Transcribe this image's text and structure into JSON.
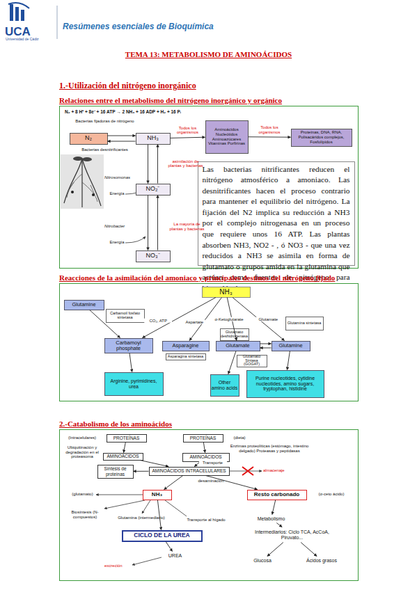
{
  "diagram": {
    "title": "TEMA 13: METABOLISMO DE AMINOÁCIDOS",
    "nodes": [
      {
        "text": [
          "Relaciones entre el metabolismo del nitrógeno inorgánico y orgánico"
        ]
      },
      {
        "text": [
          "N₂"
        ],
        "in": 0
      },
      {
        "text": [
          "NH₃"
        ],
        "in": 0
      },
      {
        "text": [
          "NO₂⁻"
        ],
        "in": 0
      },
      {
        "text": [
          "NO₃⁻"
        ],
        "in": 0
      },
      {
        "text": [
          "Aminoácidos Nucleótidos Aminoazúcares Vitaminas Porfirinas"
        ],
        "in": 0
      },
      {
        "text": [
          "Proteínas, DNA, RNA, Polisacáridos complejos, Fosfolípidos"
        ],
        "in": 0
      },
      {
        "text": [
          "Las bacterias nitrificantes reducen el nitrógeno atmosférico a amoniaco. Las desnitrificantes hacen el proceso contrario para mantener el equilibrio del nitrógeno. La fijación del N2 implica su reducción a NH3 por el complejo nitrogenasa en un proceso que requiere unos 16 ATP. Las plantas absorben NH3, NO2 - , ó NO3 - que una vez reducidos a NH3 se asimila en forma de glutamato o grupos amida en la glutamina que actúan como fuentes de nitrógeno para biomoléculas."
        ],
        "in": 0
      },
      {
        "text": [
          "Reacciones de la asimilación del amoniaco y principales destinos del nitrógeno fijado"
        ]
      },
      {
        "text": [
          "NH₃"
        ],
        "in": 8
      },
      {
        "text": [
          "Glutamine"
        ],
        "in": 8
      },
      {
        "text": [
          "Carbamoil fosfato sintetasa"
        ],
        "in": 8
      },
      {
        "text": [
          "Glutamina sintetasa"
        ],
        "in": 8
      },
      {
        "text": [
          "Carbamoyl phosphate"
        ],
        "in": 8
      },
      {
        "text": [
          "Asparagine"
        ],
        "in": 8
      },
      {
        "text": [
          "Glutamato deshidrogenasa"
        ],
        "in": 8
      },
      {
        "text": [
          "Glutamate"
        ],
        "in": 8
      },
      {
        "text": [
          "Glutamine"
        ],
        "in": 8
      },
      {
        "text": [
          "Asparagina sintetasa"
        ],
        "in": 8
      },
      {
        "text": [
          "Glutamato Sintasa (GOGAT)"
        ],
        "in": 8
      },
      {
        "text": [
          "Arginine, pyrimidines, urea"
        ],
        "in": 8
      },
      {
        "text": [
          "Other amino acids"
        ],
        "in": 8
      },
      {
        "text": [
          "Purine nucleotides, cytidine nucleotides, amino sugars, tryptophan, histidine"
        ],
        "in": 8
      },
      {
        "text": [
          "2.-Catabolismo de los aminoácidos"
        ]
      },
      {
        "text": [
          "PROTEÍNAS"
        ],
        "in": 23
      },
      {
        "text": [
          "PROTEÍNAS"
        ],
        "in": 23
      },
      {
        "text": [
          "AMINOÁCIDOS"
        ],
        "in": 23
      },
      {
        "text": [
          "AMINOÁCIDOS"
        ],
        "in": 23
      },
      {
        "text": [
          "AMINOÁCIDOS INTRACELULARES"
        ],
        "in": 23
      },
      {
        "text": [
          "Síntesis de proteínas"
        ],
        "in": 23
      },
      {
        "text": [
          "NH₃"
        ],
        "in": 23
      },
      {
        "text": [
          "Resto carbonado"
        ],
        "in": 23
      },
      {
        "text": [
          "CICLO DE LA UREA"
        ],
        "in": 23
      },
      {
        "text": [
          "UREA"
        ],
        "in": 23
      },
      {
        "text": [
          "Metabolismo"
        ],
        "in": 23
      },
      {
        "text": [
          "Intermediarios: Ciclo TCA, AcCoA, Piruvato..."
        ],
        "in": 23
      },
      {
        "text": [
          "Glucosa"
        ],
        "in": 23
      },
      {
        "text": [
          "Ácidos grasos"
        ],
        "in": 23
      }
    ],
    "edges": [
      {
        "from": 1,
        "to": 2,
        "arrow": "to"
      },
      {
        "from": 2,
        "to": 1,
        "arrow": "to"
      },
      {
        "from": 2,
        "to": 3,
        "arrow": "to"
      },
      {
        "from": 3,
        "to": 2,
        "arrow": "to",
        "label": "asimilación de plantas y bacterias"
      },
      {
        "from": 3,
        "to": 4,
        "arrow": "to"
      },
      {
        "from": 4,
        "to": 3,
        "arrow": "to",
        "label": "La mayoría de plantas y bacterias"
      },
      {
        "from": 2,
        "to": 5,
        "arrow": "to",
        "label": "Todos los organismos"
      },
      {
        "from": 5,
        "to": 6,
        "arrow": "to",
        "label": "Todos los organismos"
      },
      {
        "from": 10,
        "to": 13,
        "arrow": "to"
      },
      {
        "from": 9,
        "to": 13,
        "arrow": "to",
        "label": "CO₂, ATP"
      },
      {
        "from": 9,
        "to": 14,
        "arrow": "to",
        "label": "Aspartate"
      },
      {
        "from": 9,
        "to": 16,
        "arrow": "to",
        "label": "α-Ketoglutarate"
      },
      {
        "from": 9,
        "to": 17,
        "arrow": "to",
        "label": "Glutamate"
      },
      {
        "from": 16,
        "to": 17,
        "arrow": "to"
      },
      {
        "from": 17,
        "to": 16,
        "arrow": "to"
      },
      {
        "from": 13,
        "to": 20,
        "arrow": "to"
      },
      {
        "from": 16,
        "to": 21,
        "arrow": "to"
      },
      {
        "from": 17,
        "to": 22,
        "arrow": "to"
      },
      {
        "from": 24,
        "to": 26,
        "arrow": "to"
      },
      {
        "from": 25,
        "to": 27,
        "arrow": "to"
      },
      {
        "from": 26,
        "to": 28,
        "arrow": "to"
      },
      {
        "from": 27,
        "to": 28,
        "arrow": "to",
        "label": "Transporte"
      },
      {
        "from": 28,
        "to": 29,
        "arrow": "to"
      },
      {
        "from": 28,
        "to": 30,
        "arrow": "to"
      },
      {
        "from": 28,
        "to": 31,
        "arrow": "to"
      },
      {
        "from": 30,
        "to": 32,
        "arrow": "to"
      },
      {
        "from": 32,
        "to": 33,
        "arrow": "to"
      },
      {
        "from": 31,
        "to": 34,
        "arrow": "to"
      },
      {
        "from": 34,
        "to": 35,
        "arrow": "to"
      },
      {
        "from": 35,
        "to": 36,
        "arrow": "to"
      },
      {
        "from": 35,
        "to": 37,
        "arrow": "to"
      }
    ],
    "labels": [
      "UCA",
      "Universidad de Cádiz",
      "Resúmenes esenciales de Bioquímica",
      "1.-Utilización del nitrógeno inorgánico",
      "N₂ + 8 H⁺ + 8e⁻ + 16 ATP → 2 NH₃ + 16 ADP + H₂ + 16 Pᵢ",
      "Bacterias fijadoras de nitrógeno",
      "Bacterias desnitrificantes",
      "Nitrosomonas",
      "Energía",
      "Nitrobacter",
      "Energía",
      "(Intracelulares)",
      "Ubiquitinación y degradación en el proteasoma",
      "(dieta)",
      "Enzimas proteolíticas (estómago, intestino delgado) Proteasas y peptidasas",
      "almacenaje",
      "desaminación",
      "(glutamato)",
      "(α-ceto ácido)",
      "Biosíntesis (N-compuestos)",
      "Glutamina (intermediario)",
      "Transporte al hígado",
      "excreción"
    ]
  }
}
